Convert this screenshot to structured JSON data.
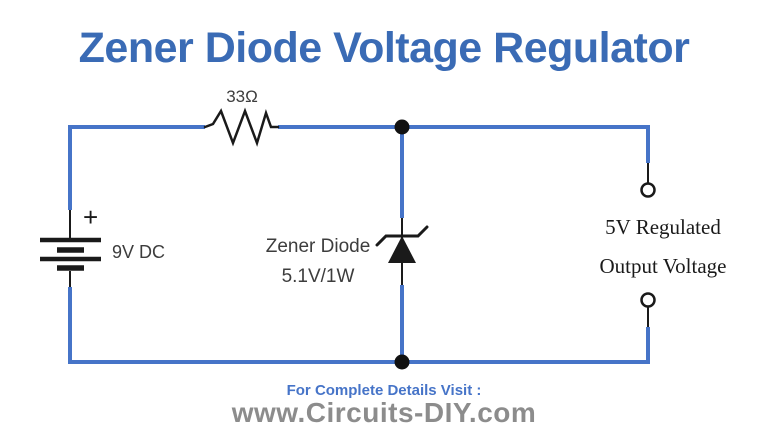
{
  "title": {
    "text": "Zener Diode Voltage Regulator"
  },
  "circuit": {
    "resistor": {
      "label": "33Ω",
      "symbol": "resistor-zigzag"
    },
    "battery": {
      "polarity": "+",
      "label": "9V DC",
      "symbol": "multi-cell-battery"
    },
    "zener": {
      "label_line1": "Zener Diode",
      "label_line2": "5.1V/1W",
      "symbol": "zener-diode"
    },
    "output": {
      "label_line1": "5V Regulated",
      "label_line2": "Output Voltage",
      "terminals": "open-circle-terminals"
    }
  },
  "footer": {
    "visit_text": "For Complete Details Visit :",
    "site_text": "www.Circuits-DIY.com"
  },
  "colors": {
    "wire_blue": "#4674c8",
    "title_blue": "#3a6bb5",
    "footer_blue": "#4674c8",
    "footer_gray": "#8c8c8c",
    "component_black": "#1a1a1a",
    "label_gray": "#3d3d3d"
  }
}
